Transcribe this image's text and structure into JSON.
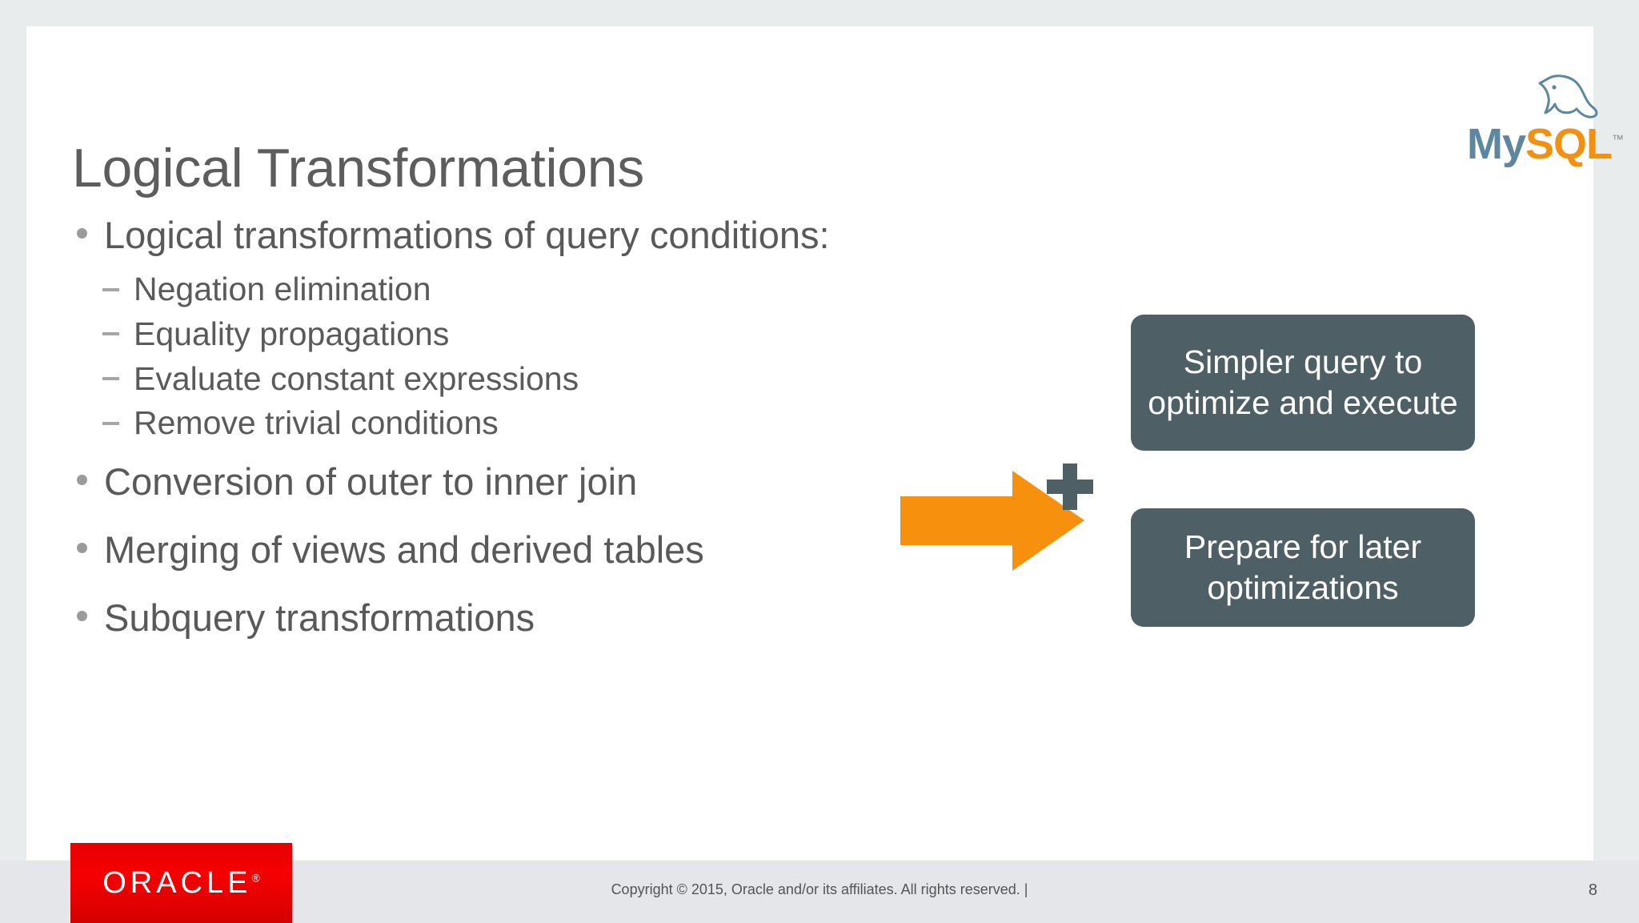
{
  "slide": {
    "title": "Logical Transformations",
    "bullets": [
      {
        "level": 1,
        "text": "Logical transformations of query conditions:"
      },
      {
        "level": 2,
        "text": "Negation elimination"
      },
      {
        "level": 2,
        "text": "Equality propagations"
      },
      {
        "level": 2,
        "text": "Evaluate constant expressions"
      },
      {
        "level": 2,
        "text": "Remove trivial conditions"
      },
      {
        "level": 1,
        "text": "Conversion of outer to inner join"
      },
      {
        "level": 1,
        "text": "Merging of views and derived tables"
      },
      {
        "level": 1,
        "text": "Subquery transformations"
      }
    ]
  },
  "diagram": {
    "arrow_icon": "right-arrow-icon",
    "plus_icon": "plus-icon",
    "boxes": [
      {
        "text": "Simpler query to optimize and execute"
      },
      {
        "text": "Prepare for later optimizations"
      }
    ],
    "box_color": "#4f5f66",
    "arrow_color": "#f7900d"
  },
  "branding": {
    "mysql": {
      "word_my": "My",
      "word_sql": "SQL",
      "trademark": "™",
      "dolphin_icon": "dolphin-icon",
      "color_my": "#5d87a1",
      "color_sql": "#f29111"
    },
    "oracle": {
      "word": "ORACLE",
      "registered": "®",
      "color": "#e80000"
    }
  },
  "footer": {
    "copyright": "Copyright © 2015, Oracle and/or its affiliates. All rights reserved.  |",
    "page_number": "8"
  }
}
